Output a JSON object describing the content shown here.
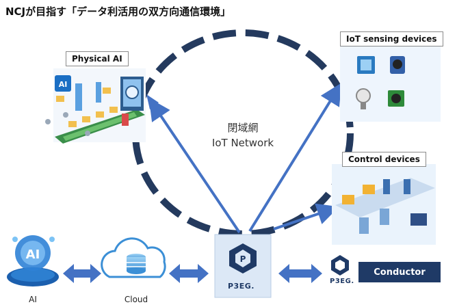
{
  "title": "NCJが目指す「データ利活用の双方向通信環境」",
  "physical_ai": {
    "label": "Physical AI"
  },
  "iot_sensing": {
    "label": "IoT sensing devices"
  },
  "control_devices": {
    "label": "Control devices"
  },
  "network": {
    "line1": "閉域網",
    "line2": "IoT Network"
  },
  "bottom": {
    "ai_label": "AI",
    "cloud_label": "Cloud",
    "p3eg_label": "P3EG.",
    "p3eg_small_label": "P3EG.",
    "conductor_label": "Conductor"
  },
  "colors": {
    "arrow_blue": "#4472c4",
    "dash_navy": "#243a5e",
    "conductor_bg": "#1f3a66",
    "p3eg_box": "#dce8f6"
  }
}
